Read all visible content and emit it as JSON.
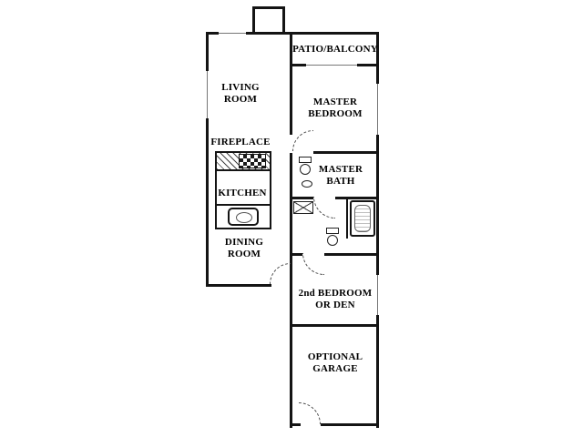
{
  "meta": {
    "kind": "apartment-floor-plan"
  },
  "labels": {
    "patio": "PATIO/BALCONY",
    "living_room": "LIVING\nROOM",
    "master_bedroom": "MASTER\nBEDROOM",
    "fireplace": "FIREPLACE",
    "kitchen": "KITCHEN",
    "master_bath": "MASTER\nBATH",
    "dining_room": "DINING\nROOM",
    "second_bedroom": "2nd BEDROOM\nOR DEN",
    "optional_garage": "OPTIONAL\nGARAGE"
  },
  "colors": {
    "wall": "#141414",
    "door": "#4a4a4a",
    "background": "#ffffff"
  }
}
